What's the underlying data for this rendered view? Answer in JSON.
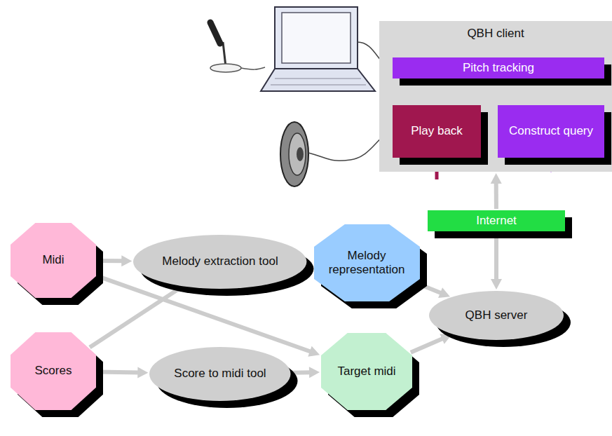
{
  "diagram": {
    "nodes": [
      {
        "text": [
          "QBH client"
        ]
      },
      {
        "text": [
          "Pitch tracking"
        ],
        "in": 0
      },
      {
        "text": [
          "Play back"
        ],
        "in": 0
      },
      {
        "text": [
          "Construct query"
        ],
        "in": 0
      },
      {
        "text": [
          "Internet"
        ]
      },
      {
        "text": [
          "Midi"
        ]
      },
      {
        "text": [
          "Melody extraction tool"
        ]
      },
      {
        "text": [
          "Melody representation"
        ]
      },
      {
        "text": [
          "QBH server"
        ]
      },
      {
        "text": [
          "Scores"
        ]
      },
      {
        "text": [
          "Score to midi tool"
        ]
      },
      {
        "text": [
          "Target midi"
        ]
      }
    ],
    "edges": [
      {
        "from": 1,
        "to": 3,
        "arrow": "to"
      },
      {
        "from": 4,
        "to": 0,
        "arrow": "to"
      },
      {
        "from": 4,
        "to": 8,
        "arrow": "to"
      },
      {
        "from": 5,
        "to": 6,
        "arrow": "to"
      },
      {
        "from": 6,
        "to": 7,
        "arrow": "to"
      },
      {
        "from": 7,
        "to": 8,
        "arrow": "to"
      },
      {
        "from": 5,
        "to": 11,
        "arrow": "to"
      },
      {
        "from": 9,
        "to": 6,
        "arrow": "none"
      },
      {
        "from": 9,
        "to": 10,
        "arrow": "to"
      },
      {
        "from": 10,
        "to": 11,
        "arrow": "to"
      },
      {
        "from": 11,
        "to": 8,
        "arrow": "to"
      }
    ]
  }
}
